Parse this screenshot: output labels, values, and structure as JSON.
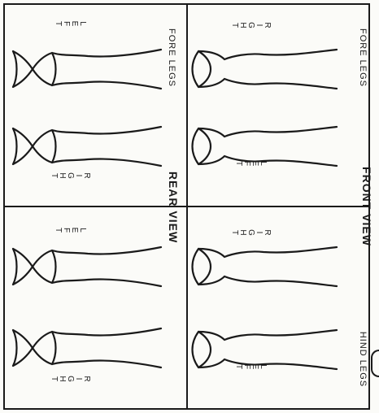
{
  "title_front": "FRONT VIEW",
  "title_rear": "REAR VIEW",
  "label_fore": "FORE LEGS",
  "label_hind": "HIND LEGS",
  "word_right": [
    "R",
    "I",
    "G",
    "H",
    "T"
  ],
  "word_left": [
    "L",
    "E",
    "F",
    "T"
  ]
}
